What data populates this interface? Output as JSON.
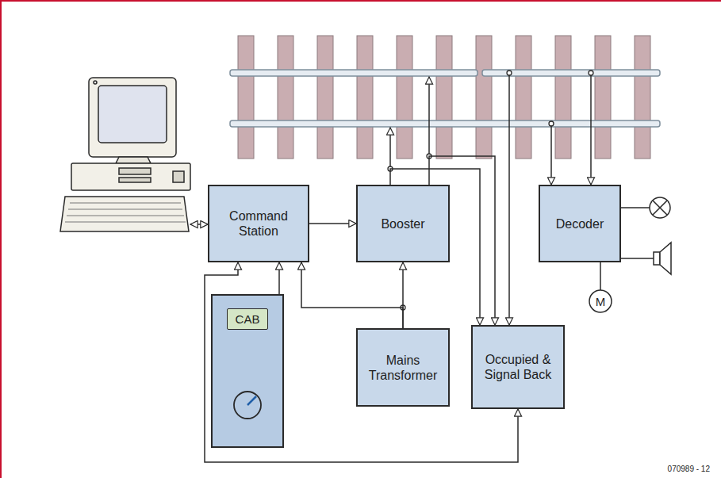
{
  "diagram": {
    "nodes": [
      {
        "text": [
          "Command Station"
        ]
      },
      {
        "text": [
          "Booster"
        ]
      },
      {
        "text": [
          "Decoder"
        ]
      },
      {
        "text": [
          "CAB"
        ]
      },
      {
        "text": [
          "Mains Transformer"
        ]
      },
      {
        "text": [
          "Occupied & Signal Back"
        ]
      }
    ],
    "edges": [
      {
        "from": 0,
        "to": 1,
        "arrow": "to"
      },
      {
        "from": 3,
        "to": 0,
        "arrow": "to"
      },
      {
        "from": 4,
        "to": 1,
        "arrow": "to"
      },
      {
        "from": 4,
        "to": 0,
        "arrow": "to"
      },
      {
        "from": 5,
        "to": 0,
        "arrow": "both"
      },
      {
        "from": 1,
        "to": 5,
        "arrow": "to"
      },
      {
        "from": 1,
        "to": 5,
        "arrow": "to"
      }
    ],
    "labels": [
      "M",
      "070989 - 12"
    ]
  }
}
